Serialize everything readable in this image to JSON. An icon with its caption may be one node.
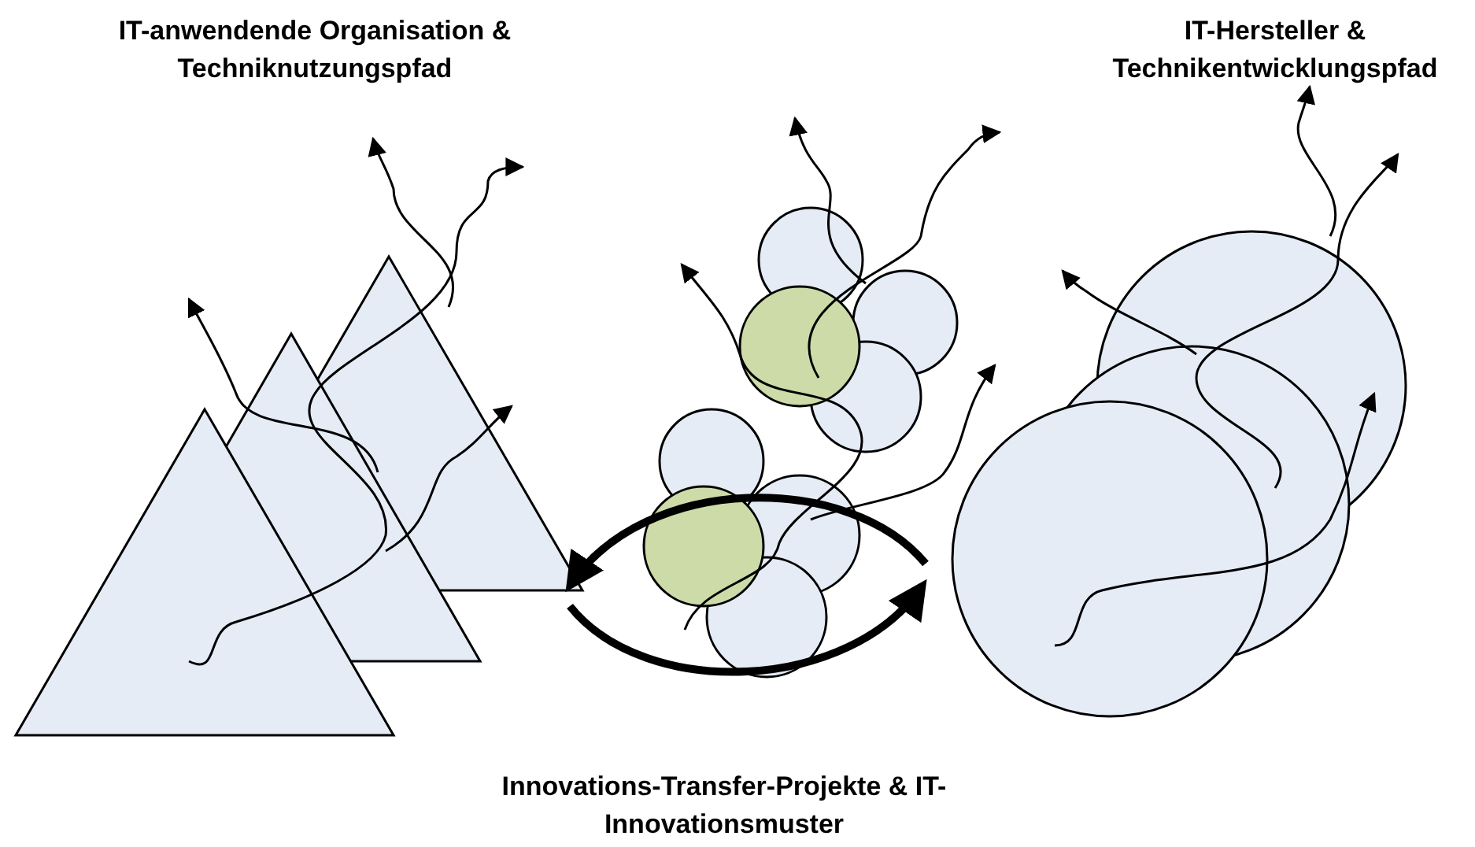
{
  "diagram": {
    "labels": [
      "IT-anwendende Organisation & Techniknutzungspfad",
      "IT-Hersteller & Technikentwicklungspfad",
      "Innovations-Transfer-Projekte & IT-Innovationsmuster"
    ]
  }
}
